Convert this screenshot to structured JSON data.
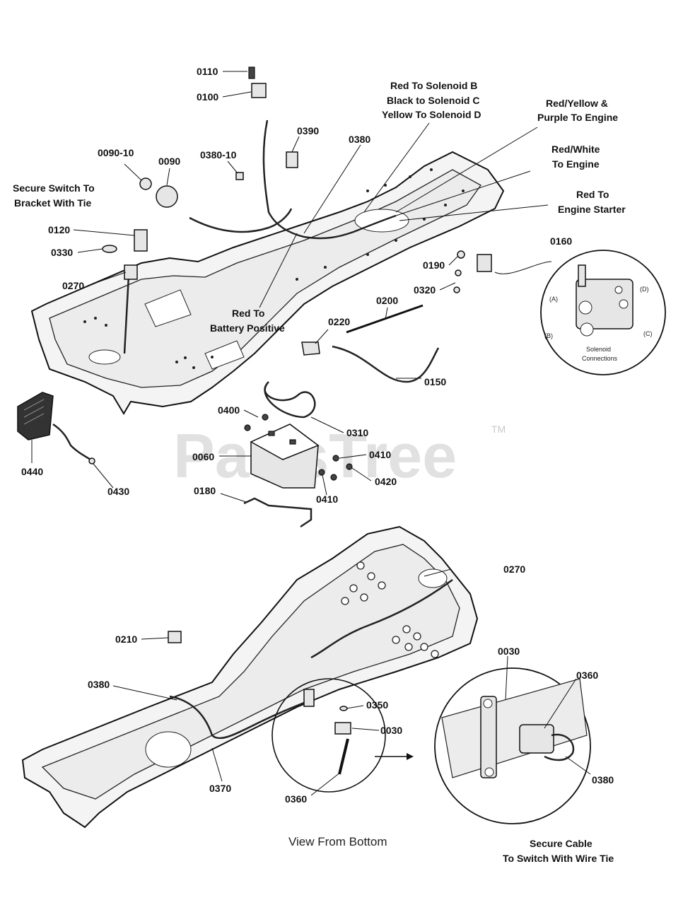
{
  "watermark": {
    "text": "PartsTree",
    "tm": "TM"
  },
  "part_labels": {
    "p0110": "0110",
    "p0100": "0100",
    "p0390": "0390",
    "p0380_10": "0380-10",
    "p0380_top": "0380",
    "p0090_10": "0090-10",
    "p0090": "0090",
    "p0120": "0120",
    "p0330": "0330",
    "p0270_top": "0270",
    "p0190": "0190",
    "p0160": "0160",
    "p0320": "0320",
    "p0200": "0200",
    "p0220": "0220",
    "p0150": "0150",
    "p0400": "0400",
    "p0310": "0310",
    "p0060": "0060",
    "p0410_a": "0410",
    "p0420": "0420",
    "p0410_b": "0410",
    "p0440": "0440",
    "p0430": "0430",
    "p0180": "0180",
    "p0270_bottom": "0270",
    "p0210": "0210",
    "p0380_bottom": "0380",
    "p0350": "0350",
    "p0030": "0030",
    "p0370": "0370",
    "p0360": "0360",
    "p0030_detail": "0030",
    "p0360_detail": "0360",
    "p0380_detail": "0380"
  },
  "notes": {
    "solenoid_1": "Red To Solenoid B",
    "solenoid_2": "Black to Solenoid C",
    "solenoid_3": "Yellow To Solenoid D",
    "engine1_1": "Red/Yellow &",
    "engine1_2": "Purple To Engine",
    "engine2_1": "Red/White",
    "engine2_2": "To Engine",
    "starter_1": "Red To",
    "starter_2": "Engine Starter",
    "switch_1": "Secure Switch To",
    "switch_2": "Bracket With Tie",
    "battery_1": "Red To",
    "battery_2": "Battery Positive",
    "cable_1": "Secure Cable",
    "cable_2": "To Switch With Wire Tie"
  },
  "solenoid_detail": {
    "a": "(A)",
    "b": "(B)",
    "c": "(C)",
    "d": "(D)",
    "caption_1": "Solenoid",
    "caption_2": "Connections"
  },
  "captions": {
    "bottom_view": "View From Bottom"
  }
}
